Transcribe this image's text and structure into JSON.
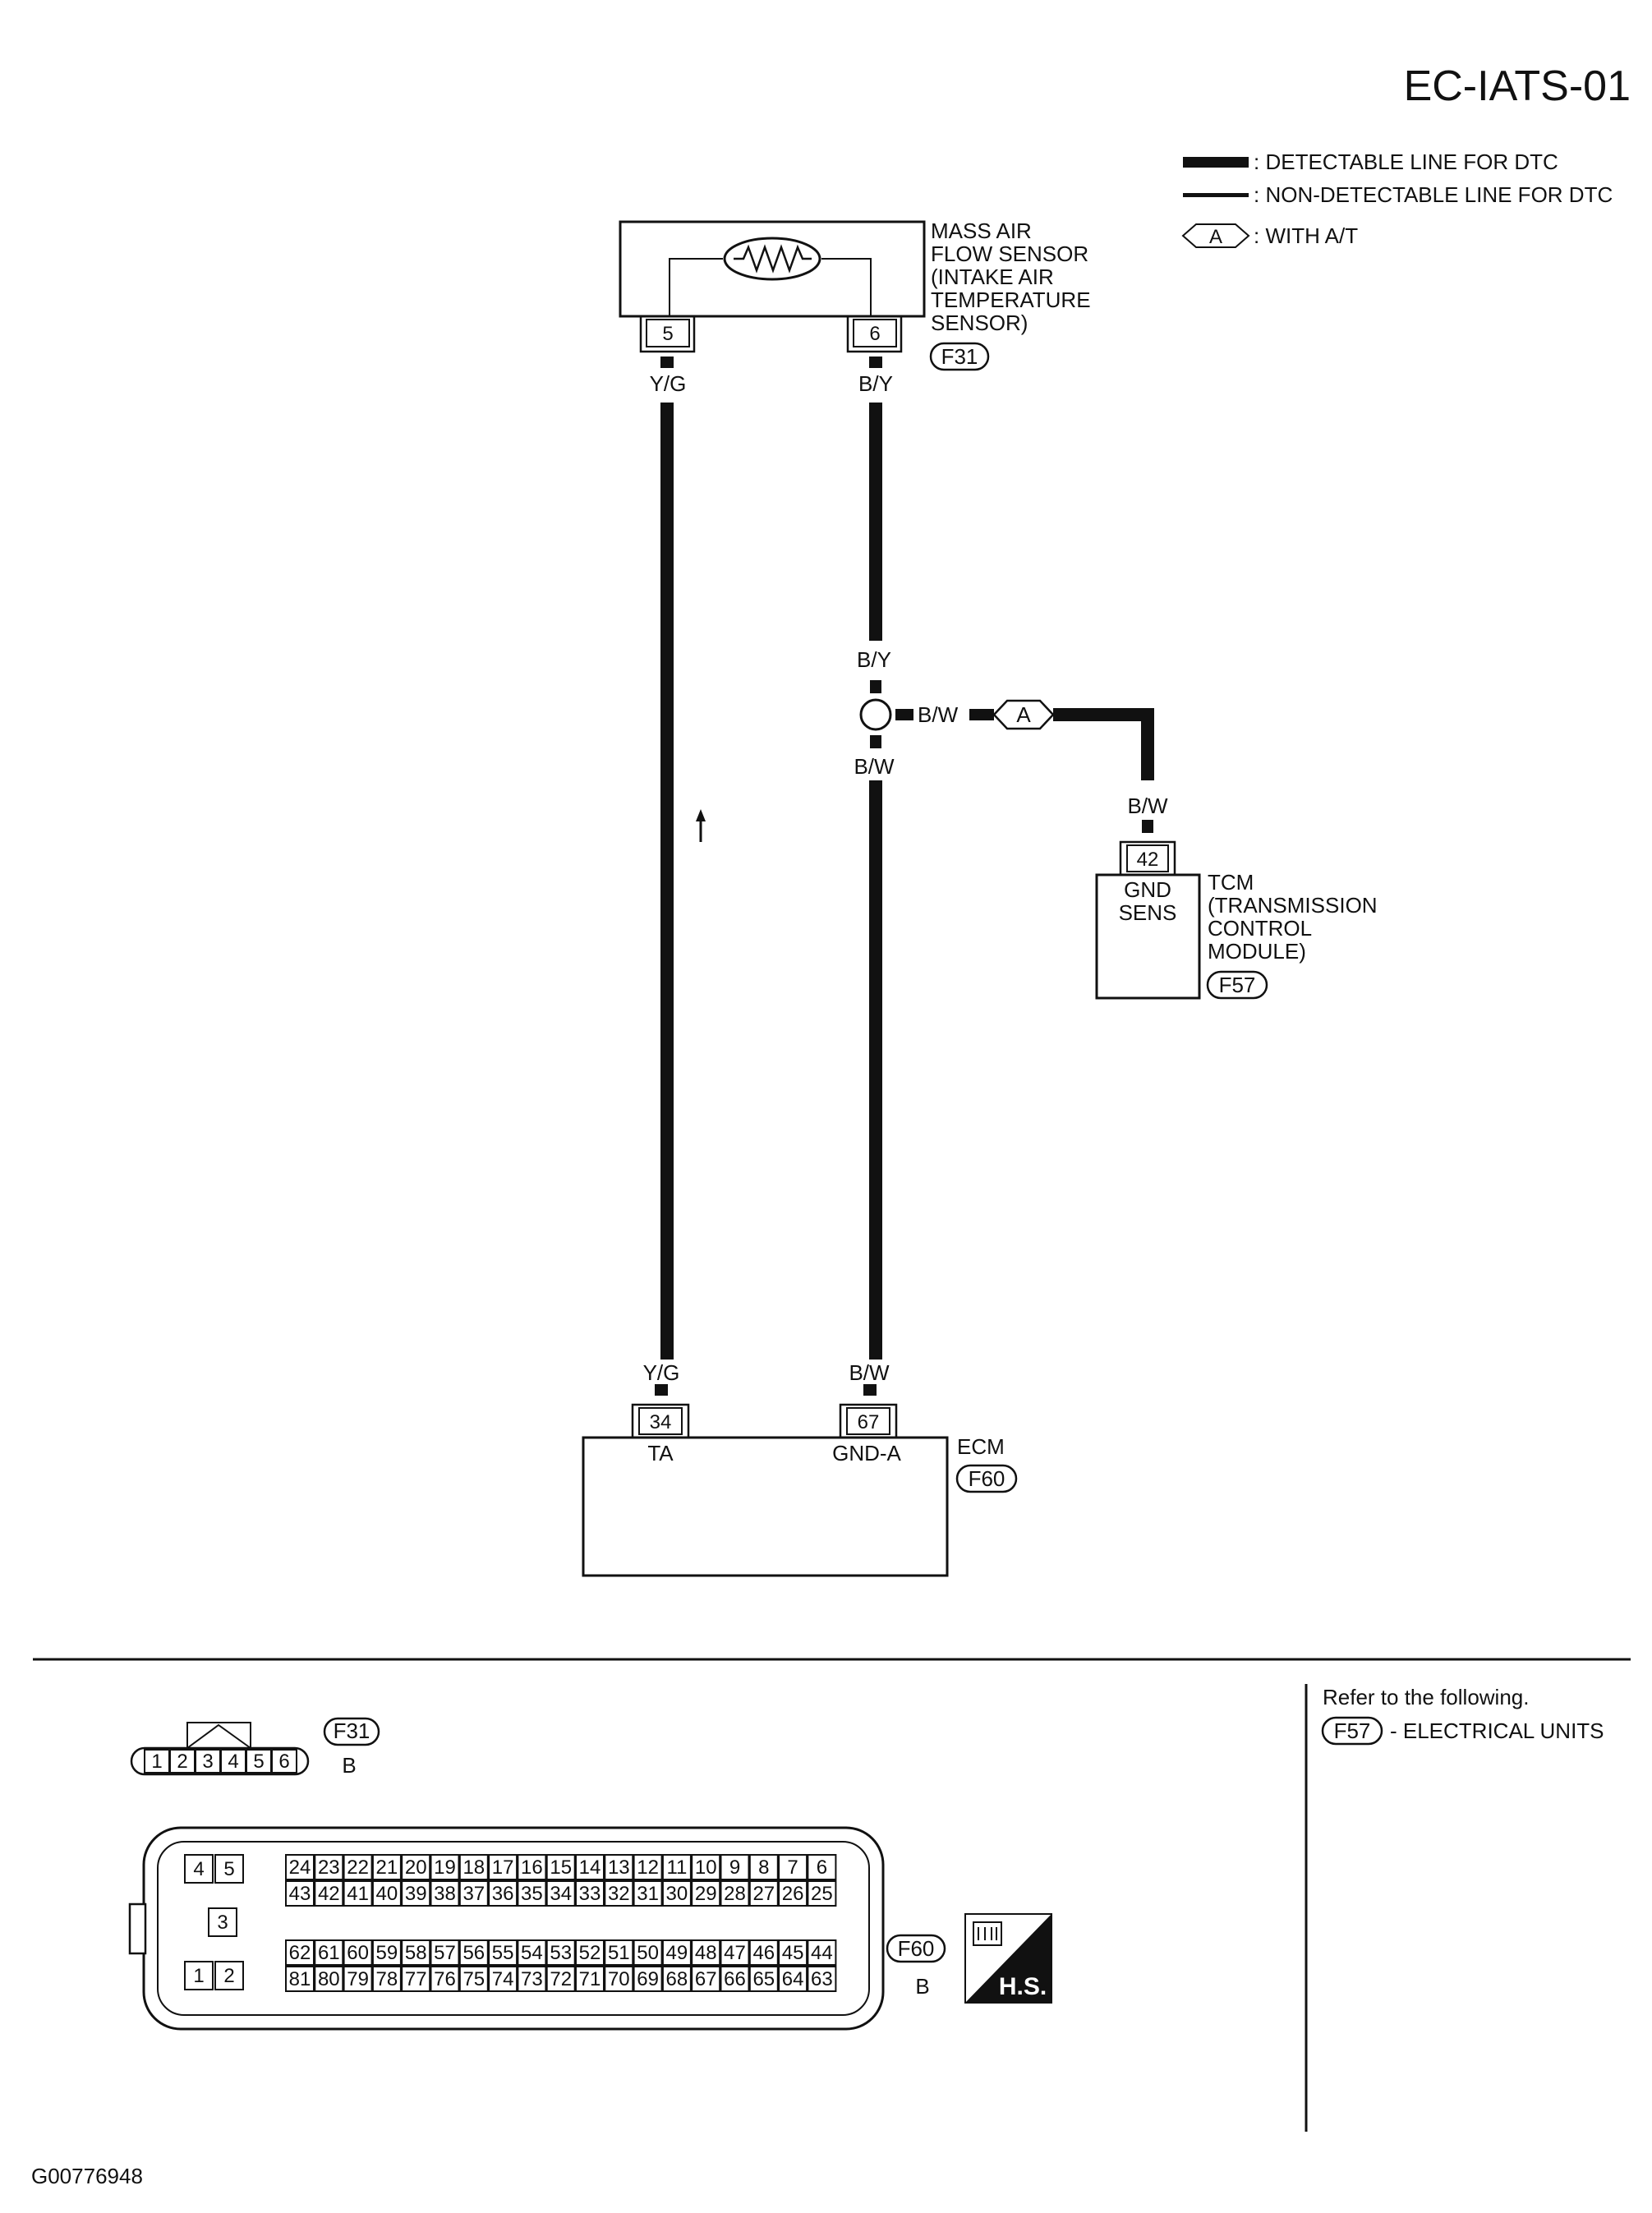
{
  "page_title": "EC-IATS-01",
  "legend": {
    "detectable": ": DETECTABLE LINE FOR DTC",
    "non_detectable": ": NON-DETECTABLE LINE FOR DTC",
    "option_code": "A",
    "option_text": ": WITH A/T"
  },
  "maf_sensor": {
    "label_lines": [
      "MASS AIR",
      "FLOW SENSOR",
      "(INTAKE AIR",
      "TEMPERATURE",
      "SENSOR)"
    ],
    "connector": "F31",
    "pins": [
      "5",
      "6"
    ]
  },
  "wires": {
    "yg_top": "Y/G",
    "by_top": "B/Y",
    "by_mid": "B/Y",
    "bw_branch": "B/W",
    "bw_below_junction": "B/W",
    "bw_tcm": "B/W",
    "yg_bottom": "Y/G",
    "bw_bottom": "B/W",
    "option_tag": "A"
  },
  "tcm": {
    "pin": "42",
    "terminal_lines": [
      "GND",
      "SENS"
    ],
    "label_lines": [
      "TCM",
      "(TRANSMISSION",
      "CONTROL",
      "MODULE)"
    ],
    "connector": "F57"
  },
  "ecm": {
    "label": "ECM",
    "connector": "F60",
    "pins": [
      "34",
      "67"
    ],
    "terminals": [
      "TA",
      "GND-A"
    ]
  },
  "connector_f31": {
    "code": "F31",
    "color": "B",
    "pins": [
      "1",
      "2",
      "3",
      "4",
      "5",
      "6"
    ]
  },
  "connector_f60": {
    "code": "F60",
    "color": "B",
    "left_pins": [
      "4",
      "5",
      "3",
      "1",
      "2"
    ],
    "row1": [
      "24",
      "23",
      "22",
      "21",
      "20",
      "19",
      "18",
      "17",
      "16",
      "15",
      "14",
      "13",
      "12",
      "11",
      "10",
      "9",
      "8",
      "7",
      "6"
    ],
    "row2": [
      "43",
      "42",
      "41",
      "40",
      "39",
      "38",
      "37",
      "36",
      "35",
      "34",
      "33",
      "32",
      "31",
      "30",
      "29",
      "28",
      "27",
      "26",
      "25"
    ],
    "row3": [
      "62",
      "61",
      "60",
      "59",
      "58",
      "57",
      "56",
      "55",
      "54",
      "53",
      "52",
      "51",
      "50",
      "49",
      "48",
      "47",
      "46",
      "45",
      "44"
    ],
    "row4": [
      "81",
      "80",
      "79",
      "78",
      "77",
      "76",
      "75",
      "74",
      "73",
      "72",
      "71",
      "70",
      "69",
      "68",
      "67",
      "66",
      "65",
      "64",
      "63"
    ]
  },
  "hs_badge": "H.S.",
  "reference": {
    "heading": "Refer to the following.",
    "code": "F57",
    "text": "- ELECTRICAL UNITS"
  },
  "figure_id": "G00776948"
}
